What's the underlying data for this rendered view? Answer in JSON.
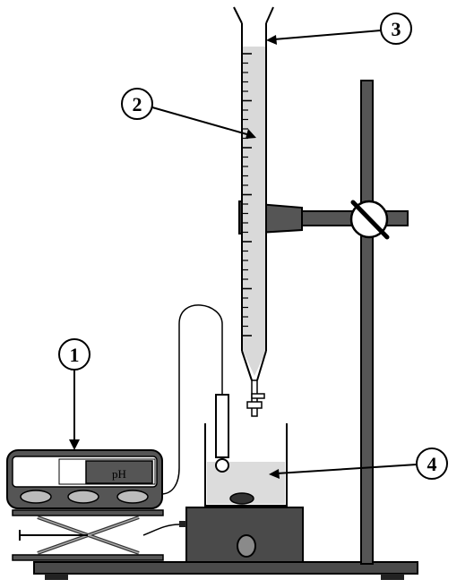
{
  "callouts": {
    "c1": "1",
    "c2": "2",
    "c3": "3",
    "c4": "4"
  },
  "meter": {
    "display": "pH"
  },
  "icons": [
    "ph-meter-icon",
    "burette-icon",
    "stand-icon",
    "clamp-icon",
    "beaker-icon",
    "magnetic-stirrer-icon",
    "lab-jack-icon",
    "electrode-icon"
  ]
}
